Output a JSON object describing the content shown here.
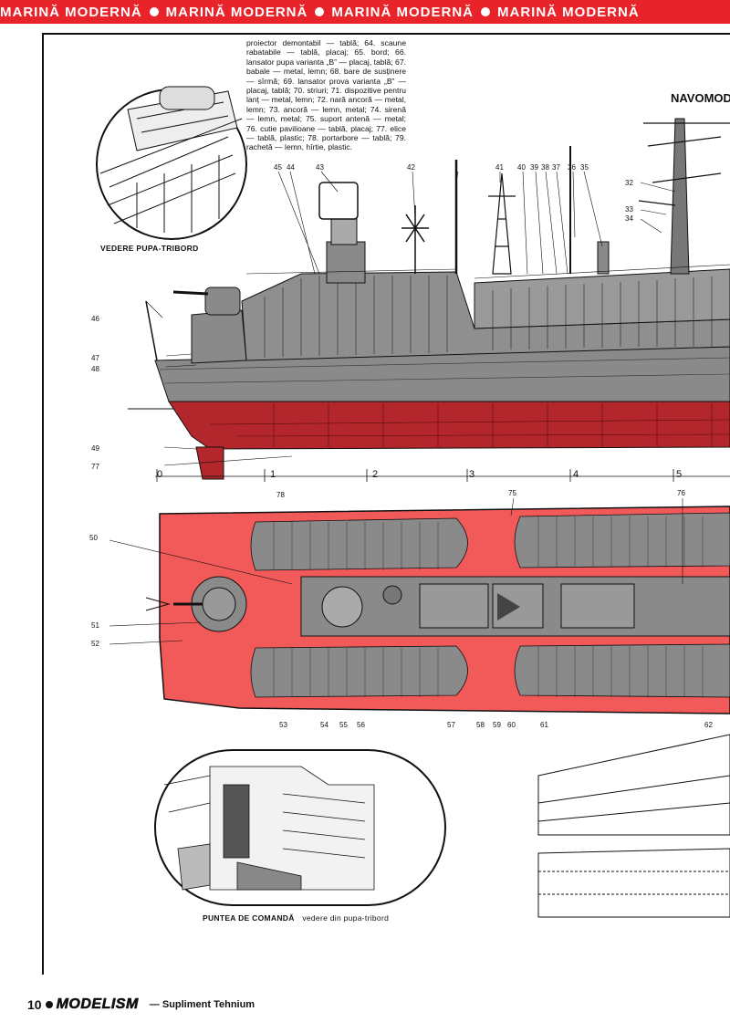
{
  "banner": {
    "text": "MARINĂ MODERNĂ"
  },
  "legend": {
    "text": "proiector demontabil — tablă; 64. scaune rabatabile — tablă, placaj; 65. bord; 66. lansator pupa varianta „B” — placaj, tablă; 67. babale — metal, lemn; 68. bare de susținere — sîrmă; 69. lansator prova varianta „B” — placaj, tablă; 70. striuri; 71. dispozitive pentru lanț — metal, lemn; 72. nară ancoră — metal, lemn; 73. ancoră — lemn, metal; 74. sirenă — lemn, metal; 75. suport antenă — metal; 76. cutie pavilioane — tablă, placaj; 77. elice — tablă, plastic; 78. portarbore — tablă; 79. rachetă — lemn, hîrtie, plastic."
  },
  "title": "NAVOMOD",
  "captions": {
    "stern_view": "VEDERE PUPA-TRIBORD",
    "bridge": "PUNTEA DE COMANDĂ",
    "bridge_sub": "vedere din pupa-tribord"
  },
  "callouts": {
    "top": [
      "45",
      "44",
      "43",
      "42",
      "41",
      "40",
      "39",
      "38",
      "37",
      "36",
      "35"
    ],
    "mast": [
      "32",
      "33",
      "34"
    ],
    "left": [
      "46",
      "47",
      "48",
      "49",
      "77",
      "78"
    ],
    "stations": [
      "0",
      "1",
      "2",
      "3",
      "4",
      "5"
    ],
    "plan_top": [
      "75",
      "76"
    ],
    "plan_left": [
      "50",
      "51",
      "52"
    ],
    "plan_bottom": [
      "53",
      "54",
      "55",
      "56",
      "57",
      "58",
      "59",
      "60",
      "61",
      "62"
    ]
  },
  "footer": {
    "page": "10",
    "brand": "MODELISM",
    "subtitle": "— Supliment Tehnium"
  },
  "colors": {
    "accent": "#e8232a",
    "hull_grey": "#8a8a8a",
    "hull_red": "#b3262c",
    "deck_red": "#f25a5a"
  }
}
